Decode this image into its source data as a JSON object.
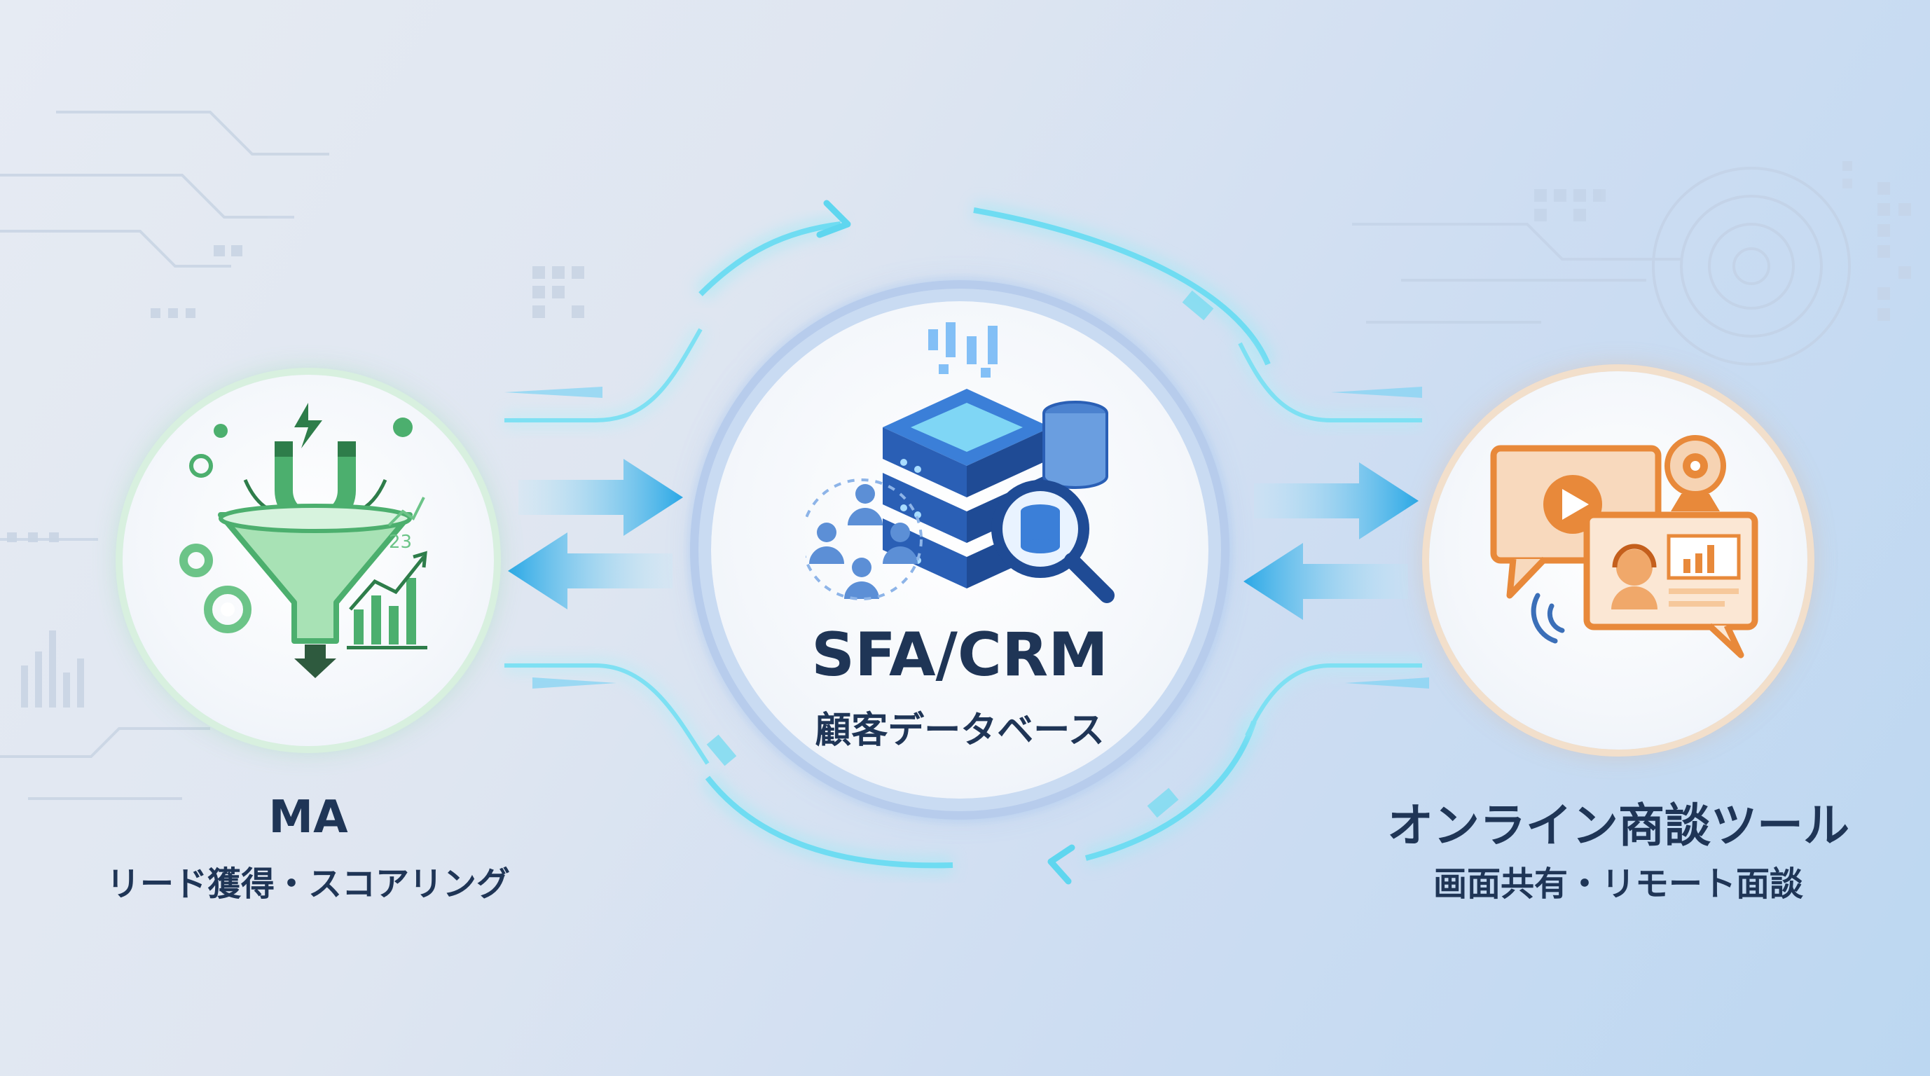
{
  "nodes": {
    "ma": {
      "title": "MA",
      "subtitle": "リード獲得・スコアリング",
      "accent": "#4caf6e",
      "icon": "funnel-magnet-icon",
      "chart_number": "23"
    },
    "sfa": {
      "title": "SFA/CRM",
      "subtitle": "顧客データベース",
      "accent": "#2f6fd6",
      "icon": "database-server-icon"
    },
    "online": {
      "title": "オンライン商談ツール",
      "subtitle": "画面共有・リモート面談",
      "accent": "#e8893a",
      "icon": "video-meeting-icon"
    }
  },
  "colors": {
    "text": "#1f3556",
    "flow": "#3fb4ea",
    "glow": "#9fe9f5"
  }
}
